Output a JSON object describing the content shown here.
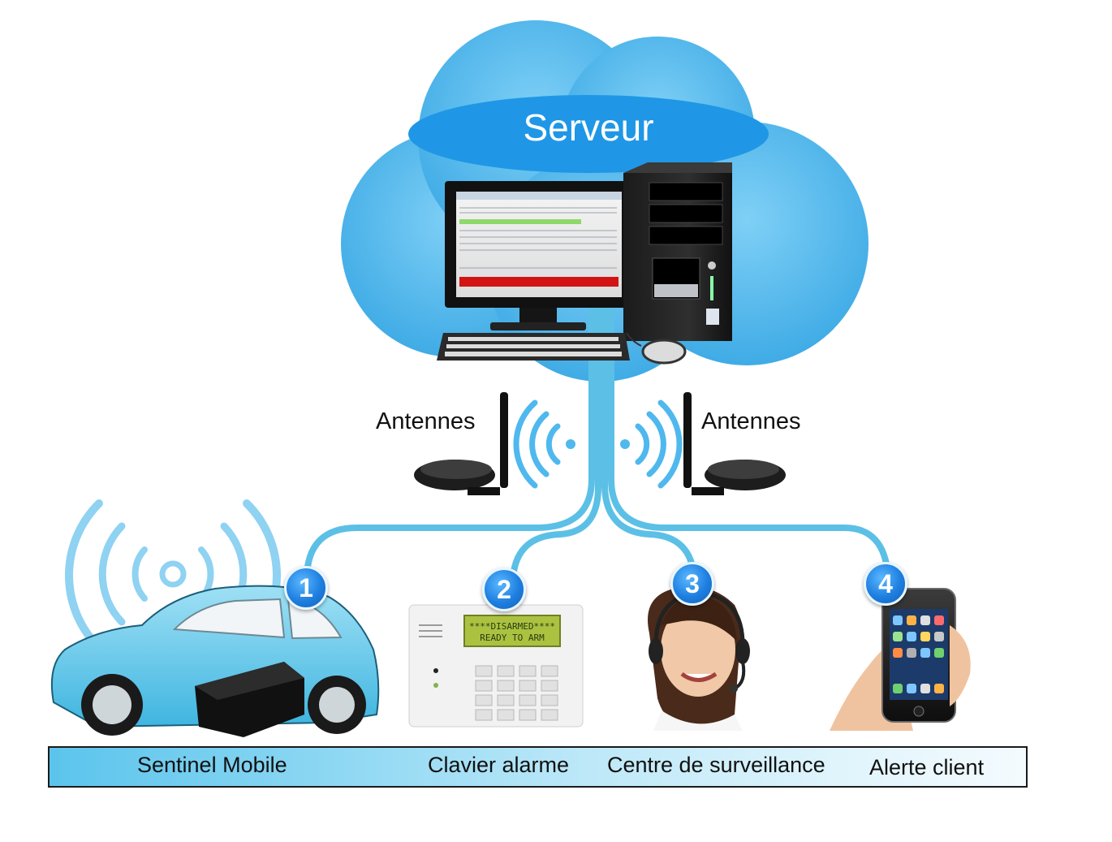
{
  "server": {
    "title": "Serveur"
  },
  "antennas": {
    "left_label": "Antennes",
    "right_label": "Antennes"
  },
  "nodes": [
    {
      "number": "1",
      "caption": "Sentinel Mobile"
    },
    {
      "number": "2",
      "caption": "Clavier alarme"
    },
    {
      "number": "3",
      "caption": "Centre de surveillance"
    },
    {
      "number": "4",
      "caption": "Alerte client"
    }
  ],
  "keypad_display": {
    "line1": "****DISARMED****",
    "line2": "READY TO ARM"
  },
  "colors": {
    "cloud": "#47b3ea",
    "cloud_ellipse": "#1f97e6",
    "connector": "#5cc0e6",
    "badge": "#1e7fe0",
    "car_body": "#6fcbe9"
  }
}
